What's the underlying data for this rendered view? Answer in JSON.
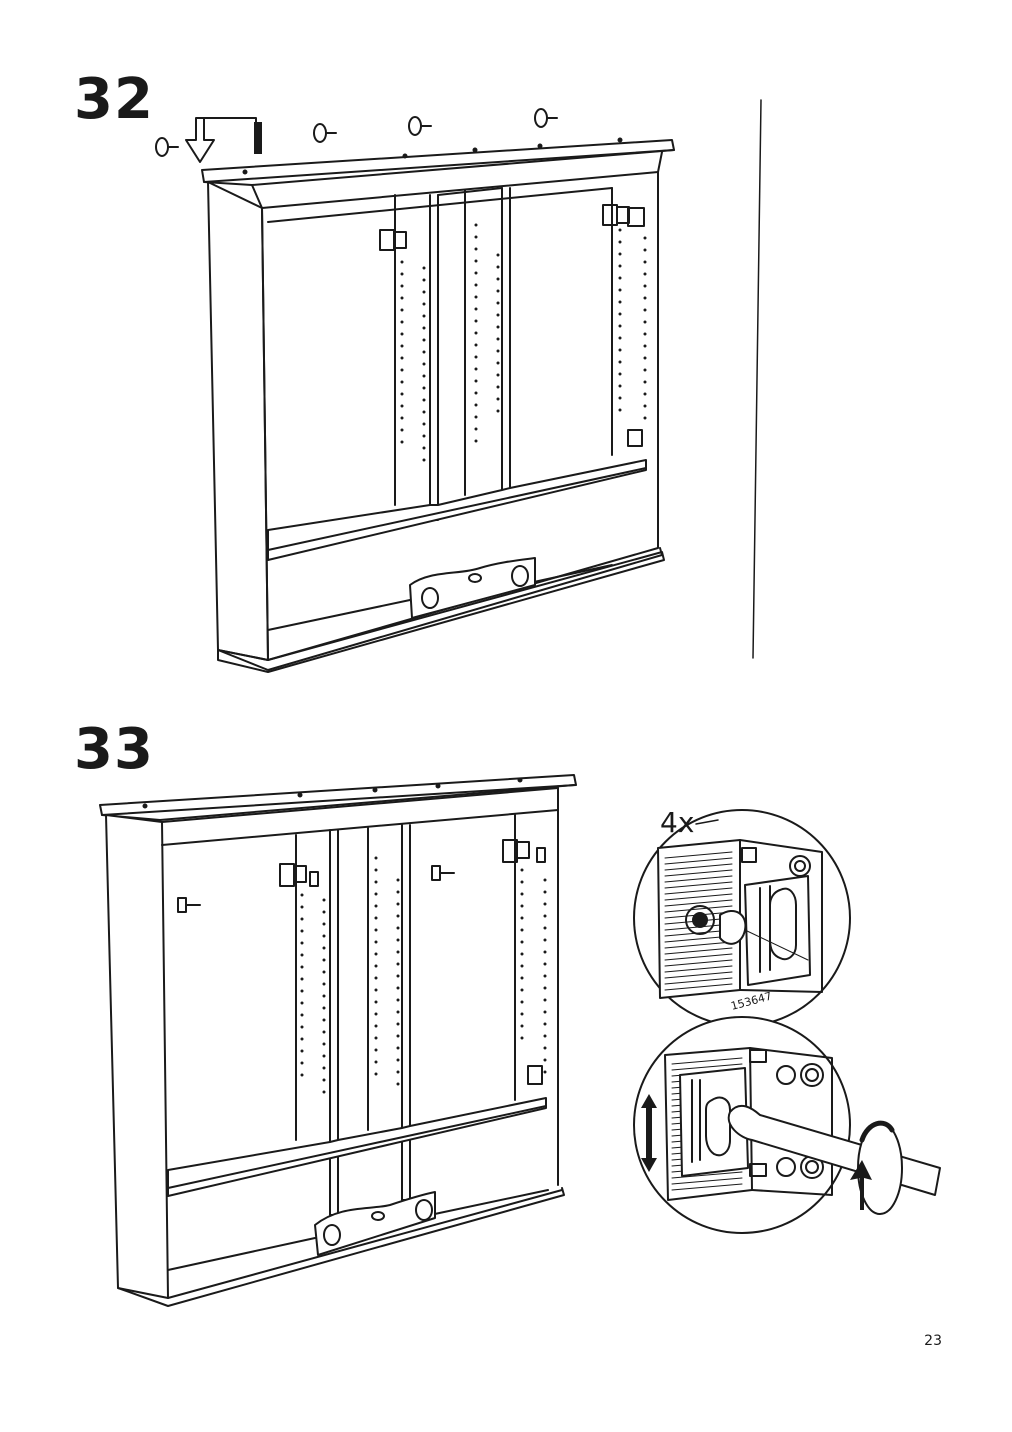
{
  "steps": [
    {
      "number": "32"
    },
    {
      "number": "33"
    }
  ],
  "detail": {
    "quantity": "4x",
    "part_number": "153647"
  },
  "page_number": "23",
  "icons": [
    "down-arrow-icon",
    "double-arrow-icon",
    "rotate-arrow-icon",
    "screwdriver-icon"
  ]
}
